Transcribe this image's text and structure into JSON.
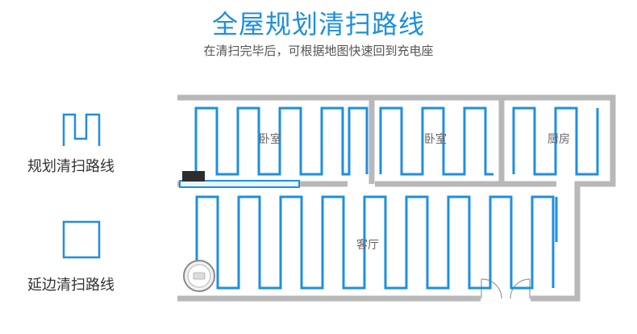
{
  "header": {
    "title": "全屋规划清扫路线",
    "subtitle": "在清扫完毕后，可根据地图快速回到充电座"
  },
  "legend": {
    "planned_label": "规划清扫路线",
    "edge_label": "延边清扫路线",
    "planned_icon": "zigzag-path-icon",
    "edge_icon": "square-edge-path-icon"
  },
  "rooms": {
    "bedroom1": "卧室",
    "bedroom2": "卧室",
    "kitchen": "厨房",
    "living": "客厅"
  },
  "colors": {
    "accent": "#1e8fe0",
    "wall": "#b8b8b8"
  }
}
